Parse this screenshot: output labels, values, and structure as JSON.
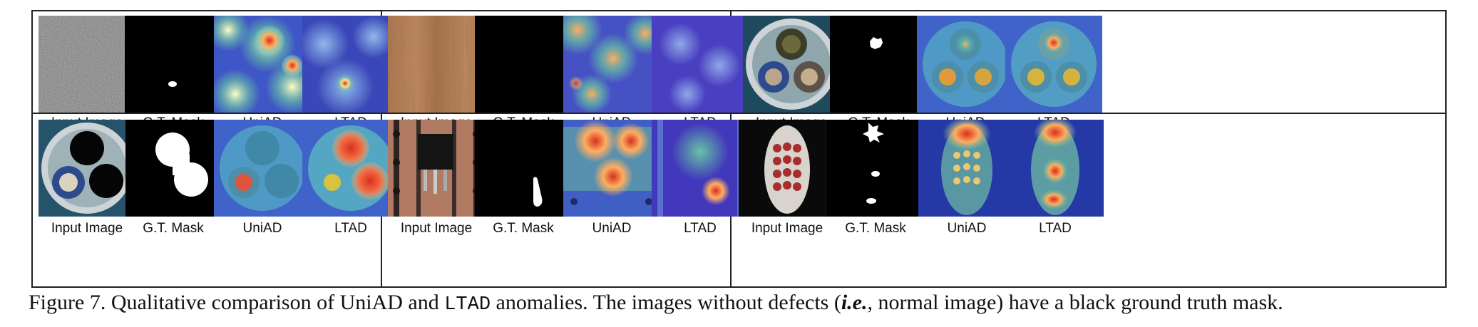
{
  "figure": {
    "rows": [
      {
        "groups": [
          {
            "labels": [
              "Input Image",
              "G.T. Mask",
              "UniAD",
              "LTAD"
            ],
            "subject": "fabric-texture"
          },
          {
            "labels": [
              "Input Image",
              "G.T. Mask",
              "UniAD",
              "LTAD"
            ],
            "subject": "wood-texture"
          },
          {
            "labels": [
              "Input Image",
              "G.T. Mask",
              "UniAD",
              "LTAD"
            ],
            "subject": "cable"
          }
        ]
      },
      {
        "groups": [
          {
            "labels": [
              "Input Image",
              "G.T. Mask",
              "UniAD",
              "LTAD"
            ],
            "subject": "cable"
          },
          {
            "labels": [
              "Input Image",
              "G.T. Mask",
              "UniAD",
              "LTAD"
            ],
            "subject": "transistor"
          },
          {
            "labels": [
              "Input Image",
              "G.T. Mask",
              "UniAD",
              "LTAD"
            ],
            "subject": "toothbrush"
          }
        ]
      }
    ]
  },
  "caption": {
    "prefix": "Figure 7. Qualitative comparison of UniAD and ",
    "method": "LTAD",
    "middle": " anomalies. The images without defects (",
    "ie": "i.e.",
    "suffix": ", normal image) have a black ground truth mask."
  }
}
